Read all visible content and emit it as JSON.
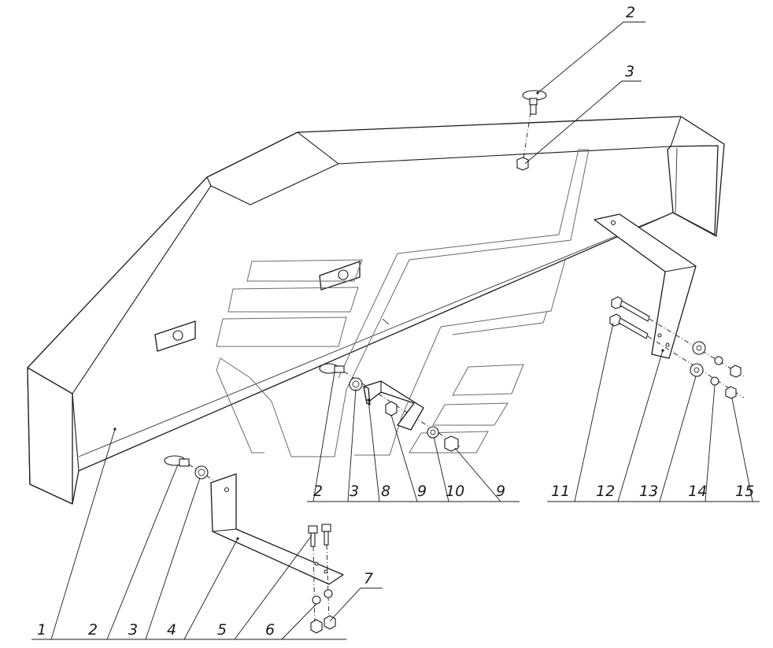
{
  "callouts": {
    "top_2": "2",
    "top_3": "3",
    "mid_2": "2",
    "mid_3": "3",
    "mid_8": "8",
    "mid_9a": "9",
    "mid_10": "10",
    "mid_9b": "9",
    "r_11": "11",
    "r_12": "12",
    "r_13": "13",
    "r_14": "14",
    "r_15": "15",
    "b_1": "1",
    "b_2": "2",
    "b_3": "3",
    "b_4": "4",
    "b_5": "5",
    "b_6": "6",
    "b_7": "7"
  },
  "colors": {
    "line": "#1a1a1a",
    "logo": "#6a6a6a",
    "background": "#ffffff"
  }
}
